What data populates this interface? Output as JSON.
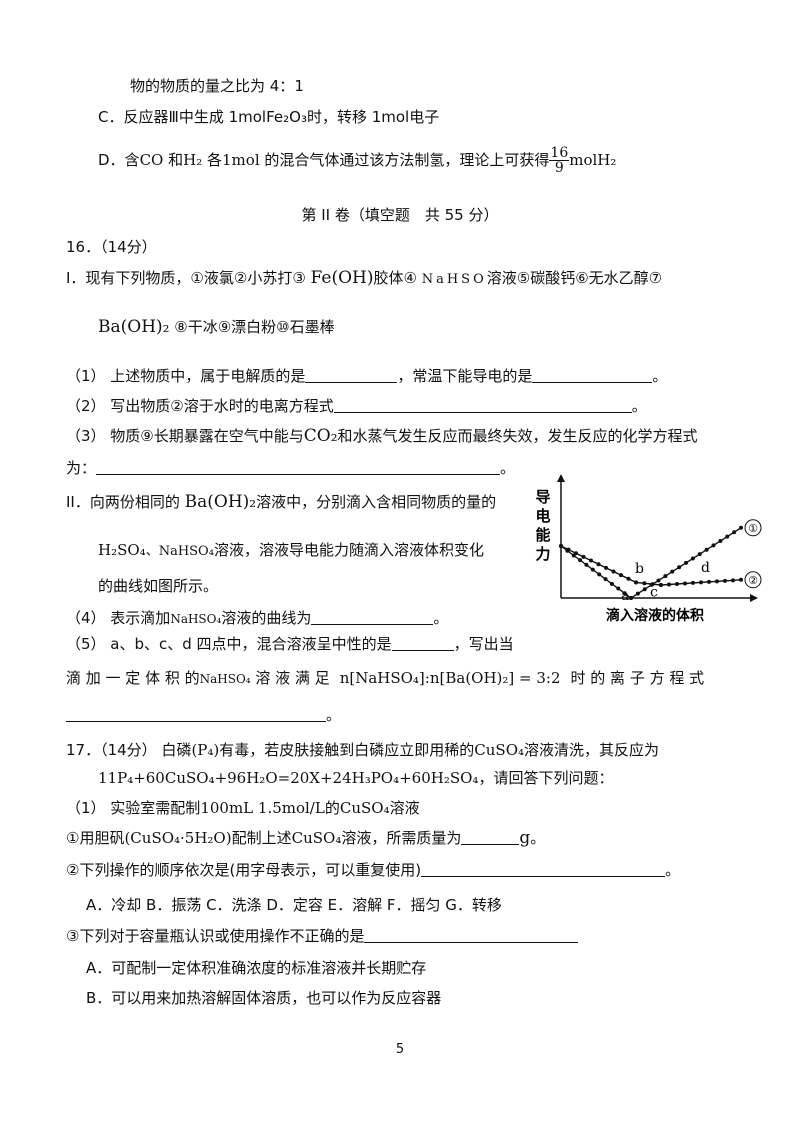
{
  "lines": {
    "l1": "物的物质的量之比为 4：1",
    "l2": "C．反应器Ⅲ中生成 1molFe₂O₃时，转移 1mol电子",
    "l3a": "D．含",
    "l3b": "CO",
    "l3c": " 和",
    "l3d": "H₂",
    "l3e": " 各",
    "l3f": "1mol",
    "l3g": " 的混合气体通过该方法制氢，理论上可获得",
    "l3num": "16",
    "l3den": "9",
    "l3h": "molH₂",
    "section": "第 II 卷（填空题　共 55 分）",
    "q16": "16．（14分）",
    "q16_i_1a": "I．现有下列物质，①液氯②小苏打③ ",
    "q16_i_1b": "Fe(OH)",
    "q16_i_1c": "胶体④ ",
    "q16_i_1d": "NaHSO",
    "q16_i_1e": "溶液⑤碳酸钙⑥无水乙醇⑦",
    "q16_i_2a": "Ba(OH)₂",
    "q16_i_2b": " ⑧干冰⑨漂白粉⑩石墨棒",
    "q16_1a": "（1） 上述物质中，属于电解质的是",
    "q16_1b": "，常温下能导电的是",
    "q16_1c": "。",
    "q16_2a": "（2） 写出物质②溶于水时的电离方程式",
    "q16_2b": "。",
    "q16_3a": "（3） 物质⑨长期暴露在空气中能与",
    "q16_3b": "CO₂",
    "q16_3c": "和水蒸气发生反应而最终失效，发生反应的化学方程式",
    "q16_3d": "为：",
    "q16_3e": "。",
    "q16_ii_1a": "II．向两份相同的 ",
    "q16_ii_1b": "Ba(OH)₂",
    "q16_ii_1c": "溶液中，分别滴入含相同物质的量的",
    "q16_ii_2a": "H₂SO₄",
    "q16_ii_2b": "、NaHSO₄",
    "q16_ii_2c": "溶液，溶液导电能力随滴入溶液体积变化",
    "q16_ii_3": "的曲线如图所示。",
    "q16_4a": "（4） 表示滴加",
    "q16_4b": "NaHSO₄",
    "q16_4c": "溶液的曲线为",
    "q16_4d": "。",
    "q16_5a": "（5） a、b、c、d 四点中，混合溶液呈中性的是",
    "q16_5b": "，写出当",
    "q16_5c": "滴 加 一 定 体 积 的",
    "q16_5d": "NaHSO₄",
    "q16_5e": " 溶 液 满 足",
    "q16_5f": "n[NaHSO₄]:n[Ba(OH)₂] = 3:2",
    "q16_5g": "时 的 离 子 方 程 式",
    "q16_5h": "。",
    "q17a": "17．（14分） 白磷",
    "q17b": "(P₄)",
    "q17c": "有毒，若皮肤接触到白磷应立即用稀的",
    "q17d": "CuSO₄",
    "q17e": "溶液清洗，其反应为",
    "q17eq": "11P₄+60CuSO₄+96H₂O=20X+24H₃PO₄+60H₂SO₄",
    "q17eq2": "，请回答下列问题：",
    "q17_1a": "（1） 实验室需配制",
    "q17_1b": "100mL 1.5mol/L",
    "q17_1c": "的",
    "q17_1d": "CuSO₄",
    "q17_1e": "溶液",
    "q17_c1a": "①用胆矾",
    "q17_c1b": "(CuSO₄·5H₂O)",
    "q17_c1c": "配制上述",
    "q17_c1d": "CuSO₄",
    "q17_c1e": "溶液，所需质量为",
    "q17_c1f": "g",
    "q17_c1g": "。",
    "q17_c2a": "②下列操作的顺序依次是(用字母表示，可以重复使用)",
    "q17_c2b": "。",
    "q17_ops": "A．冷却 B．振荡 C．洗涤 D．定容 E．溶解 F．摇匀 G．转移",
    "q17_c3": "③下列对于容量瓶认识或使用操作不正确的是",
    "q17_A": "A．可配制一定体积准确浓度的标准溶液并长期贮存",
    "q17_B": "B．可以用来加热溶解固体溶质，也可以作为反应容器",
    "page": "5"
  },
  "chart_data": {
    "type": "line",
    "ylabel": "导电能力",
    "xlabel": "滴入溶液的体积",
    "series": [
      {
        "name": "①",
        "values": [
          [
            0,
            1.0
          ],
          [
            1.4,
            0.0
          ],
          [
            3.6,
            1.35
          ]
        ]
      },
      {
        "name": "②",
        "values": [
          [
            0,
            1.0
          ],
          [
            1.5,
            0.3
          ],
          [
            2.0,
            0.25
          ],
          [
            3.6,
            0.35
          ]
        ]
      }
    ],
    "points": [
      {
        "label": "a",
        "x": 1.4,
        "y": 0.0
      },
      {
        "label": "b",
        "x": 1.4,
        "y": 0.33
      },
      {
        "label": "c",
        "x": 1.7,
        "y": 0.22
      },
      {
        "label": "d",
        "x": 2.8,
        "y": 0.35
      }
    ]
  }
}
